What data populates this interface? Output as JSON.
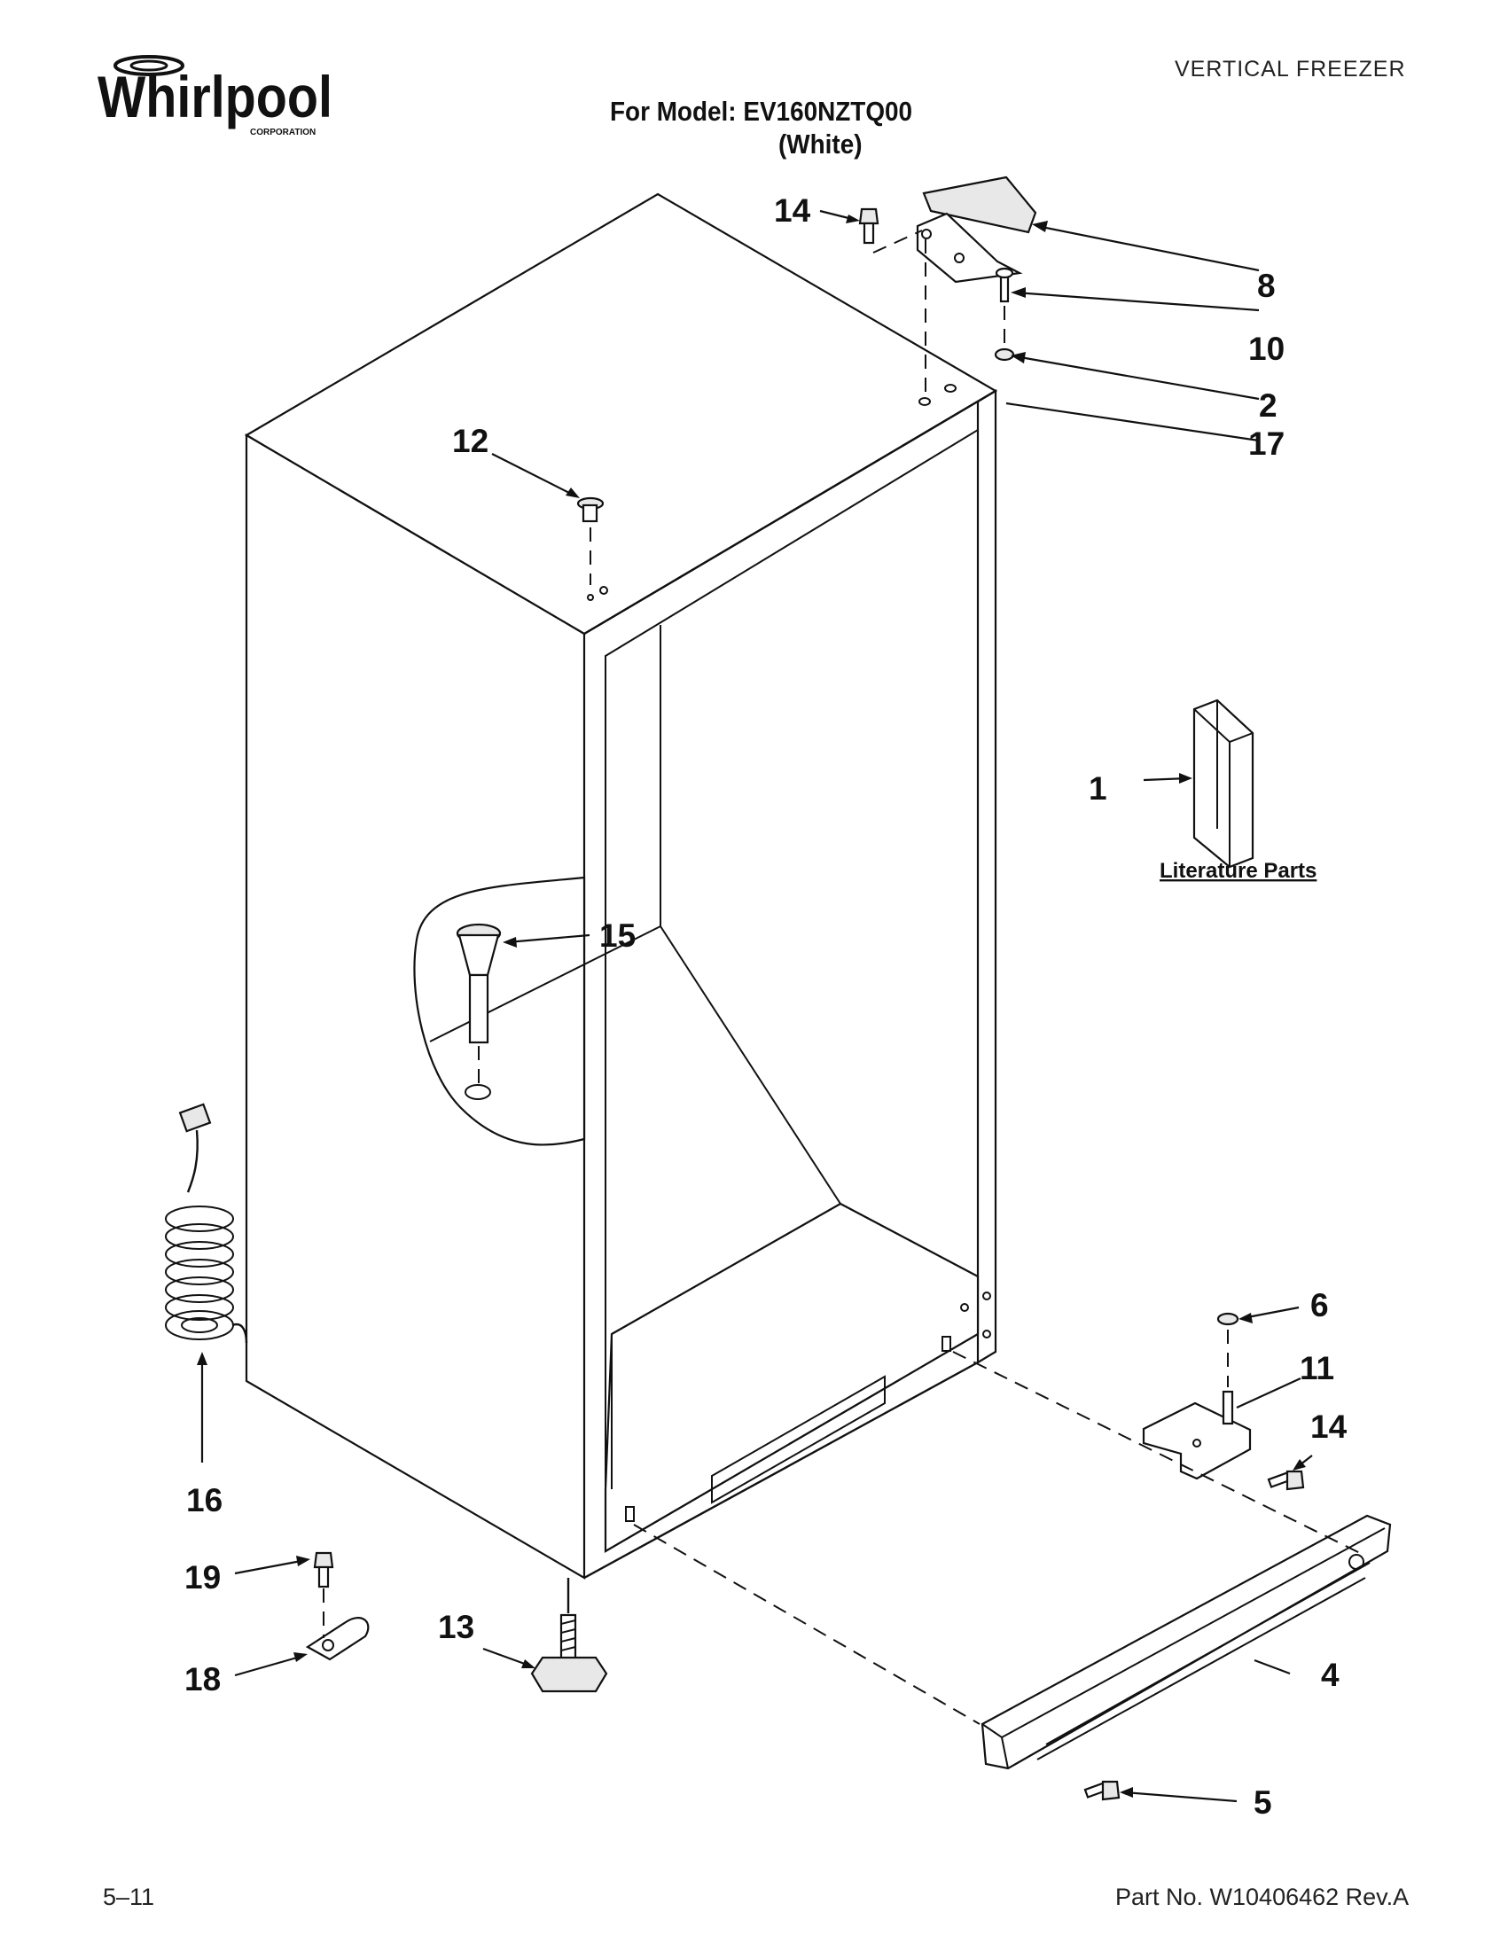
{
  "header": {
    "brand": "Whirlpool",
    "brand_sub": "CORPORATION",
    "category": "VERTICAL FREEZER",
    "model_line": "For Model: EV160NZTQ00",
    "color_line": "(White)"
  },
  "diagram": {
    "literature_label": "Literature Parts",
    "callouts": {
      "c1": "1",
      "c2": "2",
      "c4": "4",
      "c5": "5",
      "c6": "6",
      "c8": "8",
      "c10": "10",
      "c11": "11",
      "c12": "12",
      "c13": "13",
      "c14_top": "14",
      "c14_bottom": "14",
      "c15": "15",
      "c16": "16",
      "c17": "17",
      "c18": "18",
      "c19": "19"
    }
  },
  "footer": {
    "page_code": "5–11",
    "part_number": "Part No. W10406462 Rev.A"
  }
}
